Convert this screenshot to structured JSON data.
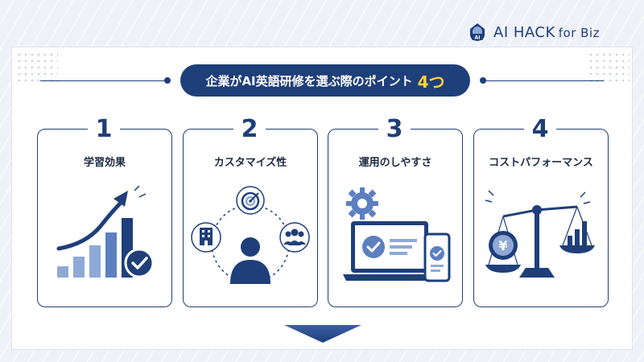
{
  "logo": {
    "brand": "AI HACK",
    "sub": "for Biz",
    "badge": "AI"
  },
  "title": {
    "main": "企業がAI英語研修を選ぶ際のポイント",
    "accent": "4つ"
  },
  "cards": [
    {
      "number": "1",
      "label": "学習効果",
      "icon": "growth-chart-icon"
    },
    {
      "number": "2",
      "label": "カスタマイズ性",
      "icon": "customization-network-icon"
    },
    {
      "number": "3",
      "label": "運用のしやすさ",
      "icon": "laptop-settings-icon"
    },
    {
      "number": "4",
      "label": "コストパフォーマンス",
      "icon": "balance-scale-icon"
    }
  ],
  "colors": {
    "primary": "#1f3f7a",
    "accent": "#ffd23f",
    "light": "#8fa9d6"
  }
}
